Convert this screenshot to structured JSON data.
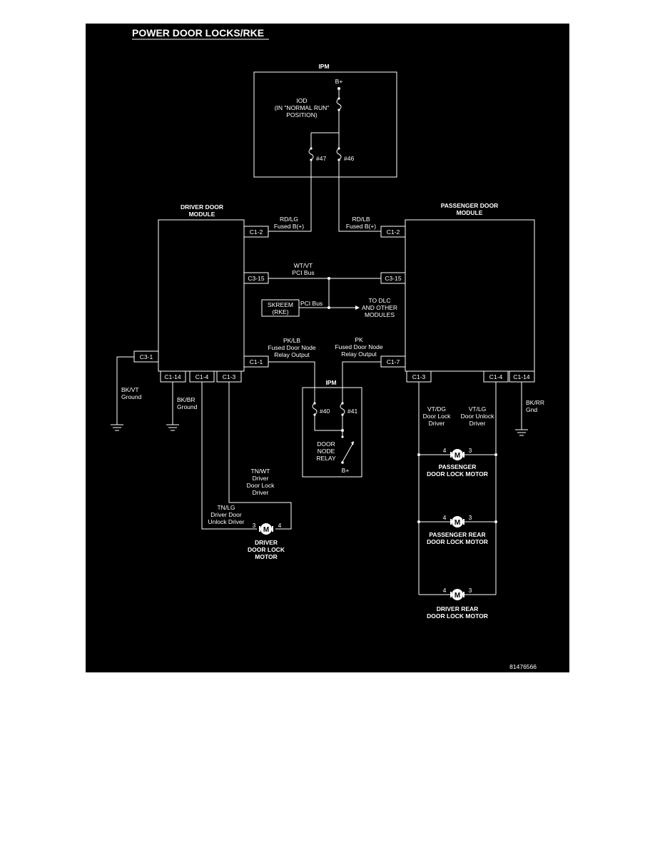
{
  "title": "POWER DOOR LOCKS/RKE",
  "figure_id": "81476566",
  "ipm_top": {
    "title": "IPM",
    "bplus": "B+",
    "iod": [
      "IOD",
      "(IN \"NORMAL RUN\"",
      "POSITION)"
    ],
    "fuse_47": "#47",
    "fuse_46": "#46"
  },
  "driver_module": {
    "title": [
      "DRIVER DOOR",
      "MODULE"
    ],
    "c1_2": "C1-2",
    "c3_15": "C3-15",
    "c1_1": "C1-1",
    "c3_1": "C3-1",
    "c1_14": "C1-14",
    "c1_4": "C1-4",
    "c1_3": "C1-3"
  },
  "passenger_module": {
    "title": [
      "PASSENGER DOOR",
      "MODULE"
    ],
    "c1_2": "C1-2",
    "c3_15": "C3-15",
    "c1_7": "C1-7",
    "c1_3": "C1-3",
    "c1_4": "C1-4",
    "c1_14": "C1-14"
  },
  "wires": {
    "rd_lg": [
      "RD/LG",
      "Fused B(+)"
    ],
    "rd_lb": [
      "RD/LB",
      "Fused B(+)"
    ],
    "wt_vt": [
      "WT/VT",
      "PCI Bus"
    ],
    "pci_bus": "PCI Bus",
    "to_dlc": [
      "TO DLC",
      "AND OTHER",
      "MODULES"
    ],
    "pk_lb": [
      "PK/LB",
      "Fused Door Node",
      "Relay Output"
    ],
    "pk": [
      "PK",
      "Fused Door Node",
      "Relay Output"
    ],
    "bk_vt": [
      "BK/VT",
      "Ground"
    ],
    "bk_br": [
      "BK/BR",
      "Ground"
    ],
    "tn_wt": [
      "TN/WT",
      "Driver",
      "Door Lock",
      "Driver"
    ],
    "tn_lg": [
      "TN/LG",
      "Driver Door",
      "Unlock Driver"
    ],
    "vt_dg": [
      "VT/DG",
      "Door Lock",
      "Driver"
    ],
    "vt_lg": [
      "VT/LG",
      "Door Unlock",
      "Driver"
    ],
    "bk_rr": [
      "BK/RR",
      "Gnd"
    ]
  },
  "skreem": [
    "SKREEM",
    "(RKE)"
  ],
  "ipm_bottom": {
    "title": "IPM",
    "fuse_40": "#40",
    "fuse_41": "#41",
    "relay": [
      "DOOR",
      "NODE",
      "RELAY"
    ],
    "bplus": "B+"
  },
  "motors": {
    "symbol": "M",
    "pin_3": "3",
    "pin_4": "4",
    "driver": [
      "DRIVER",
      "DOOR LOCK",
      "MOTOR"
    ],
    "passenger": [
      "PASSENGER",
      "DOOR LOCK MOTOR"
    ],
    "passenger_rear": [
      "PASSENGER REAR",
      "DOOR LOCK MOTOR"
    ],
    "driver_rear": [
      "DRIVER REAR",
      "DOOR LOCK MOTOR"
    ]
  },
  "colors": {
    "background": "#000000",
    "foreground": "#ffffff"
  }
}
